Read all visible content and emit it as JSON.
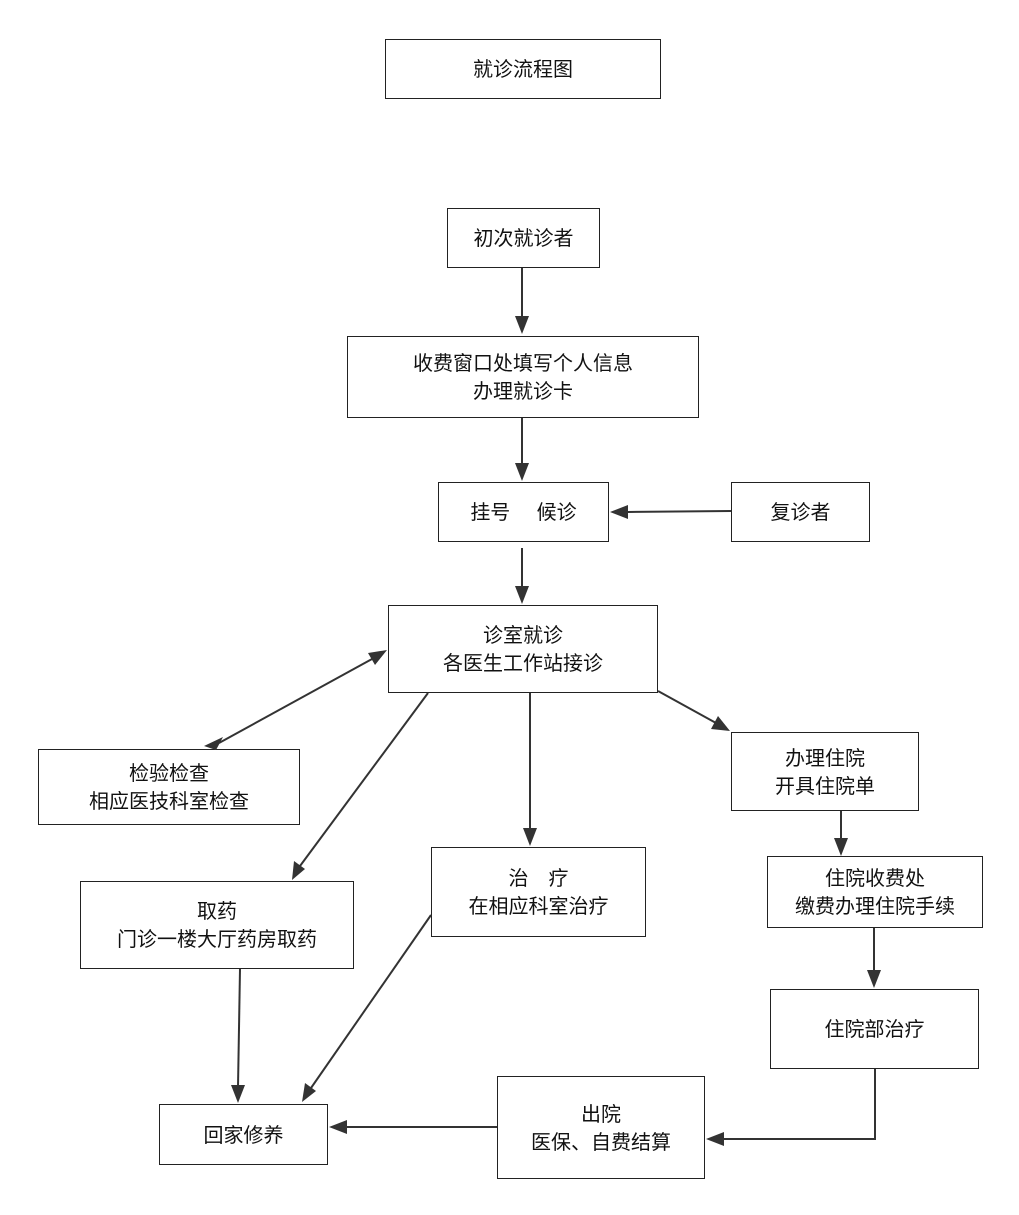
{
  "title": "就诊流程图",
  "nodes": {
    "first_visit": {
      "lines": [
        "初次就诊者"
      ]
    },
    "register_card": {
      "lines": [
        "收费窗口处填写个人信息",
        "办理就诊卡"
      ]
    },
    "registration": {
      "lines": [
        "挂号　 候诊"
      ]
    },
    "return_visit": {
      "lines": [
        "复诊者"
      ]
    },
    "consultation": {
      "lines": [
        "诊室就诊",
        "各医生工作站接诊"
      ]
    },
    "examination": {
      "lines": [
        "检验检查",
        "相应医技科室检查"
      ]
    },
    "admission": {
      "lines": [
        "办理住院",
        "开具住院单"
      ]
    },
    "pharmacy": {
      "lines": [
        "取药",
        "门诊一楼大厅药房取药"
      ]
    },
    "treatment": {
      "lines": [
        "治　疗",
        "在相应科室治疗"
      ]
    },
    "inpatient_billing": {
      "lines": [
        "住院收费处",
        "缴费办理住院手续"
      ]
    },
    "inpatient_treatment": {
      "lines": [
        "住院部治疗"
      ]
    },
    "home_recovery": {
      "lines": [
        "回家修养"
      ]
    },
    "discharge": {
      "lines": [
        "出院",
        "医保、自费结算"
      ]
    }
  },
  "edges": [
    {
      "from": "first_visit",
      "to": "register_card"
    },
    {
      "from": "register_card",
      "to": "registration"
    },
    {
      "from": "return_visit",
      "to": "registration"
    },
    {
      "from": "registration",
      "to": "consultation"
    },
    {
      "from": "consultation",
      "to": "examination",
      "bidirectional": true
    },
    {
      "from": "consultation",
      "to": "pharmacy"
    },
    {
      "from": "consultation",
      "to": "treatment"
    },
    {
      "from": "consultation",
      "to": "admission"
    },
    {
      "from": "admission",
      "to": "inpatient_billing"
    },
    {
      "from": "inpatient_billing",
      "to": "inpatient_treatment"
    },
    {
      "from": "inpatient_treatment",
      "to": "discharge"
    },
    {
      "from": "discharge",
      "to": "home_recovery"
    },
    {
      "from": "pharmacy",
      "to": "home_recovery"
    },
    {
      "from": "treatment",
      "to": "home_recovery"
    }
  ]
}
